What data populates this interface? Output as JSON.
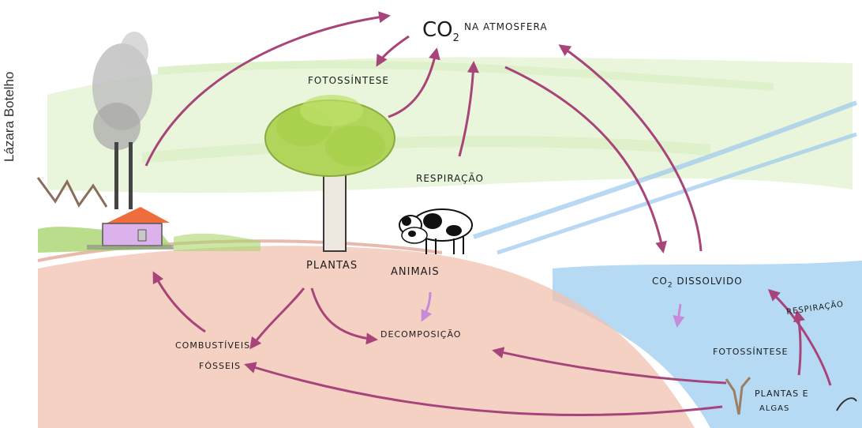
{
  "credit": "Lázara Botelho",
  "labels": {
    "co2": "CO",
    "co2_sub": "2",
    "atmosfera": "NA ATMOSFERA",
    "fotossintese_top": "FOTOSSÍNTESE",
    "respiracao_land": "RESPIRAÇÃO",
    "plantas": "PLANTAS",
    "animais": "ANIMAIS",
    "decomposicao": "DECOMPOSIÇÃO",
    "combustiveis": "COMBUSTÍVEIS",
    "fosseis": "FÓSSEIS",
    "co2_dissolvido_co": "CO",
    "co2_dissolvido_sub": "2",
    "dissolvido": "DISSOLVIDO",
    "respiracao_sea": "RESPIRAÇÃO",
    "fotossintese_sea": "FOTOSSÍNTESE",
    "plantas_e": "PLANTAS E",
    "algas": "ALGAS"
  },
  "colors": {
    "arrow": "#a8447a",
    "arrow_light": "#c78ad8",
    "ground": "#e9a48c",
    "sea": "#8fc3ee",
    "grass": "#b9de86",
    "tree": "#a8cf4b"
  }
}
